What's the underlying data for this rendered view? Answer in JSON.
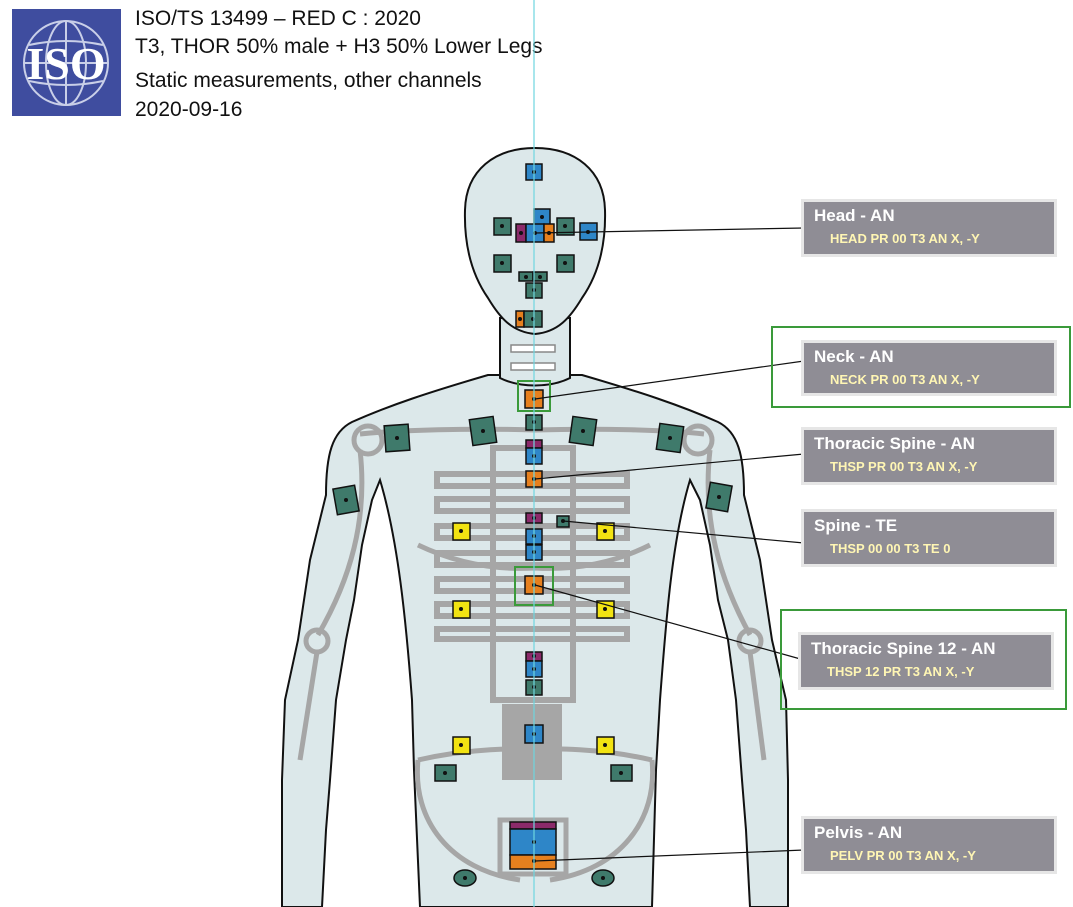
{
  "header": {
    "logo_text": "ISO",
    "line1": "ISO/TS 13499 – RED C : 2020",
    "line2": "T3, THOR 50% male + H3 50% Lower Legs",
    "line3": "Static measurements, other channels",
    "line4": "2020-09-16"
  },
  "labels": [
    {
      "title": "Head - AN",
      "code": "HEAD PR 00 T3 AN X, -Y"
    },
    {
      "title": "Neck - AN",
      "code": "NECK PR 00 T3 AN  X, -Y"
    },
    {
      "title": "Thoracic Spine - AN",
      "code": "THSP PR 00 T3 AN  X, -Y"
    },
    {
      "title": "Spine - TE",
      "code": "THSP 00 00 T3 TE 0"
    },
    {
      "title": "Thoracic Spine 12 - AN",
      "code": "THSP 12 PR T3 AN  X, -Y"
    },
    {
      "title": "Pelvis - AN",
      "code": "PELV PR 00 T3 AN X, -Y"
    }
  ],
  "colors": {
    "body_fill": "#dce8ea",
    "frame_gray": "#a6a6a6",
    "blue": "#2e86c8",
    "orange": "#e6801e",
    "purple": "#8b2a6a",
    "teal": "#3f7a6b",
    "yellow": "#f2e312",
    "label_bg": "#8f8d95",
    "code_text": "#fff6b4",
    "highlight_green": "#3a9a3a",
    "axis_line": "#6fd6df",
    "logo_bg": "#3f4d9f"
  }
}
